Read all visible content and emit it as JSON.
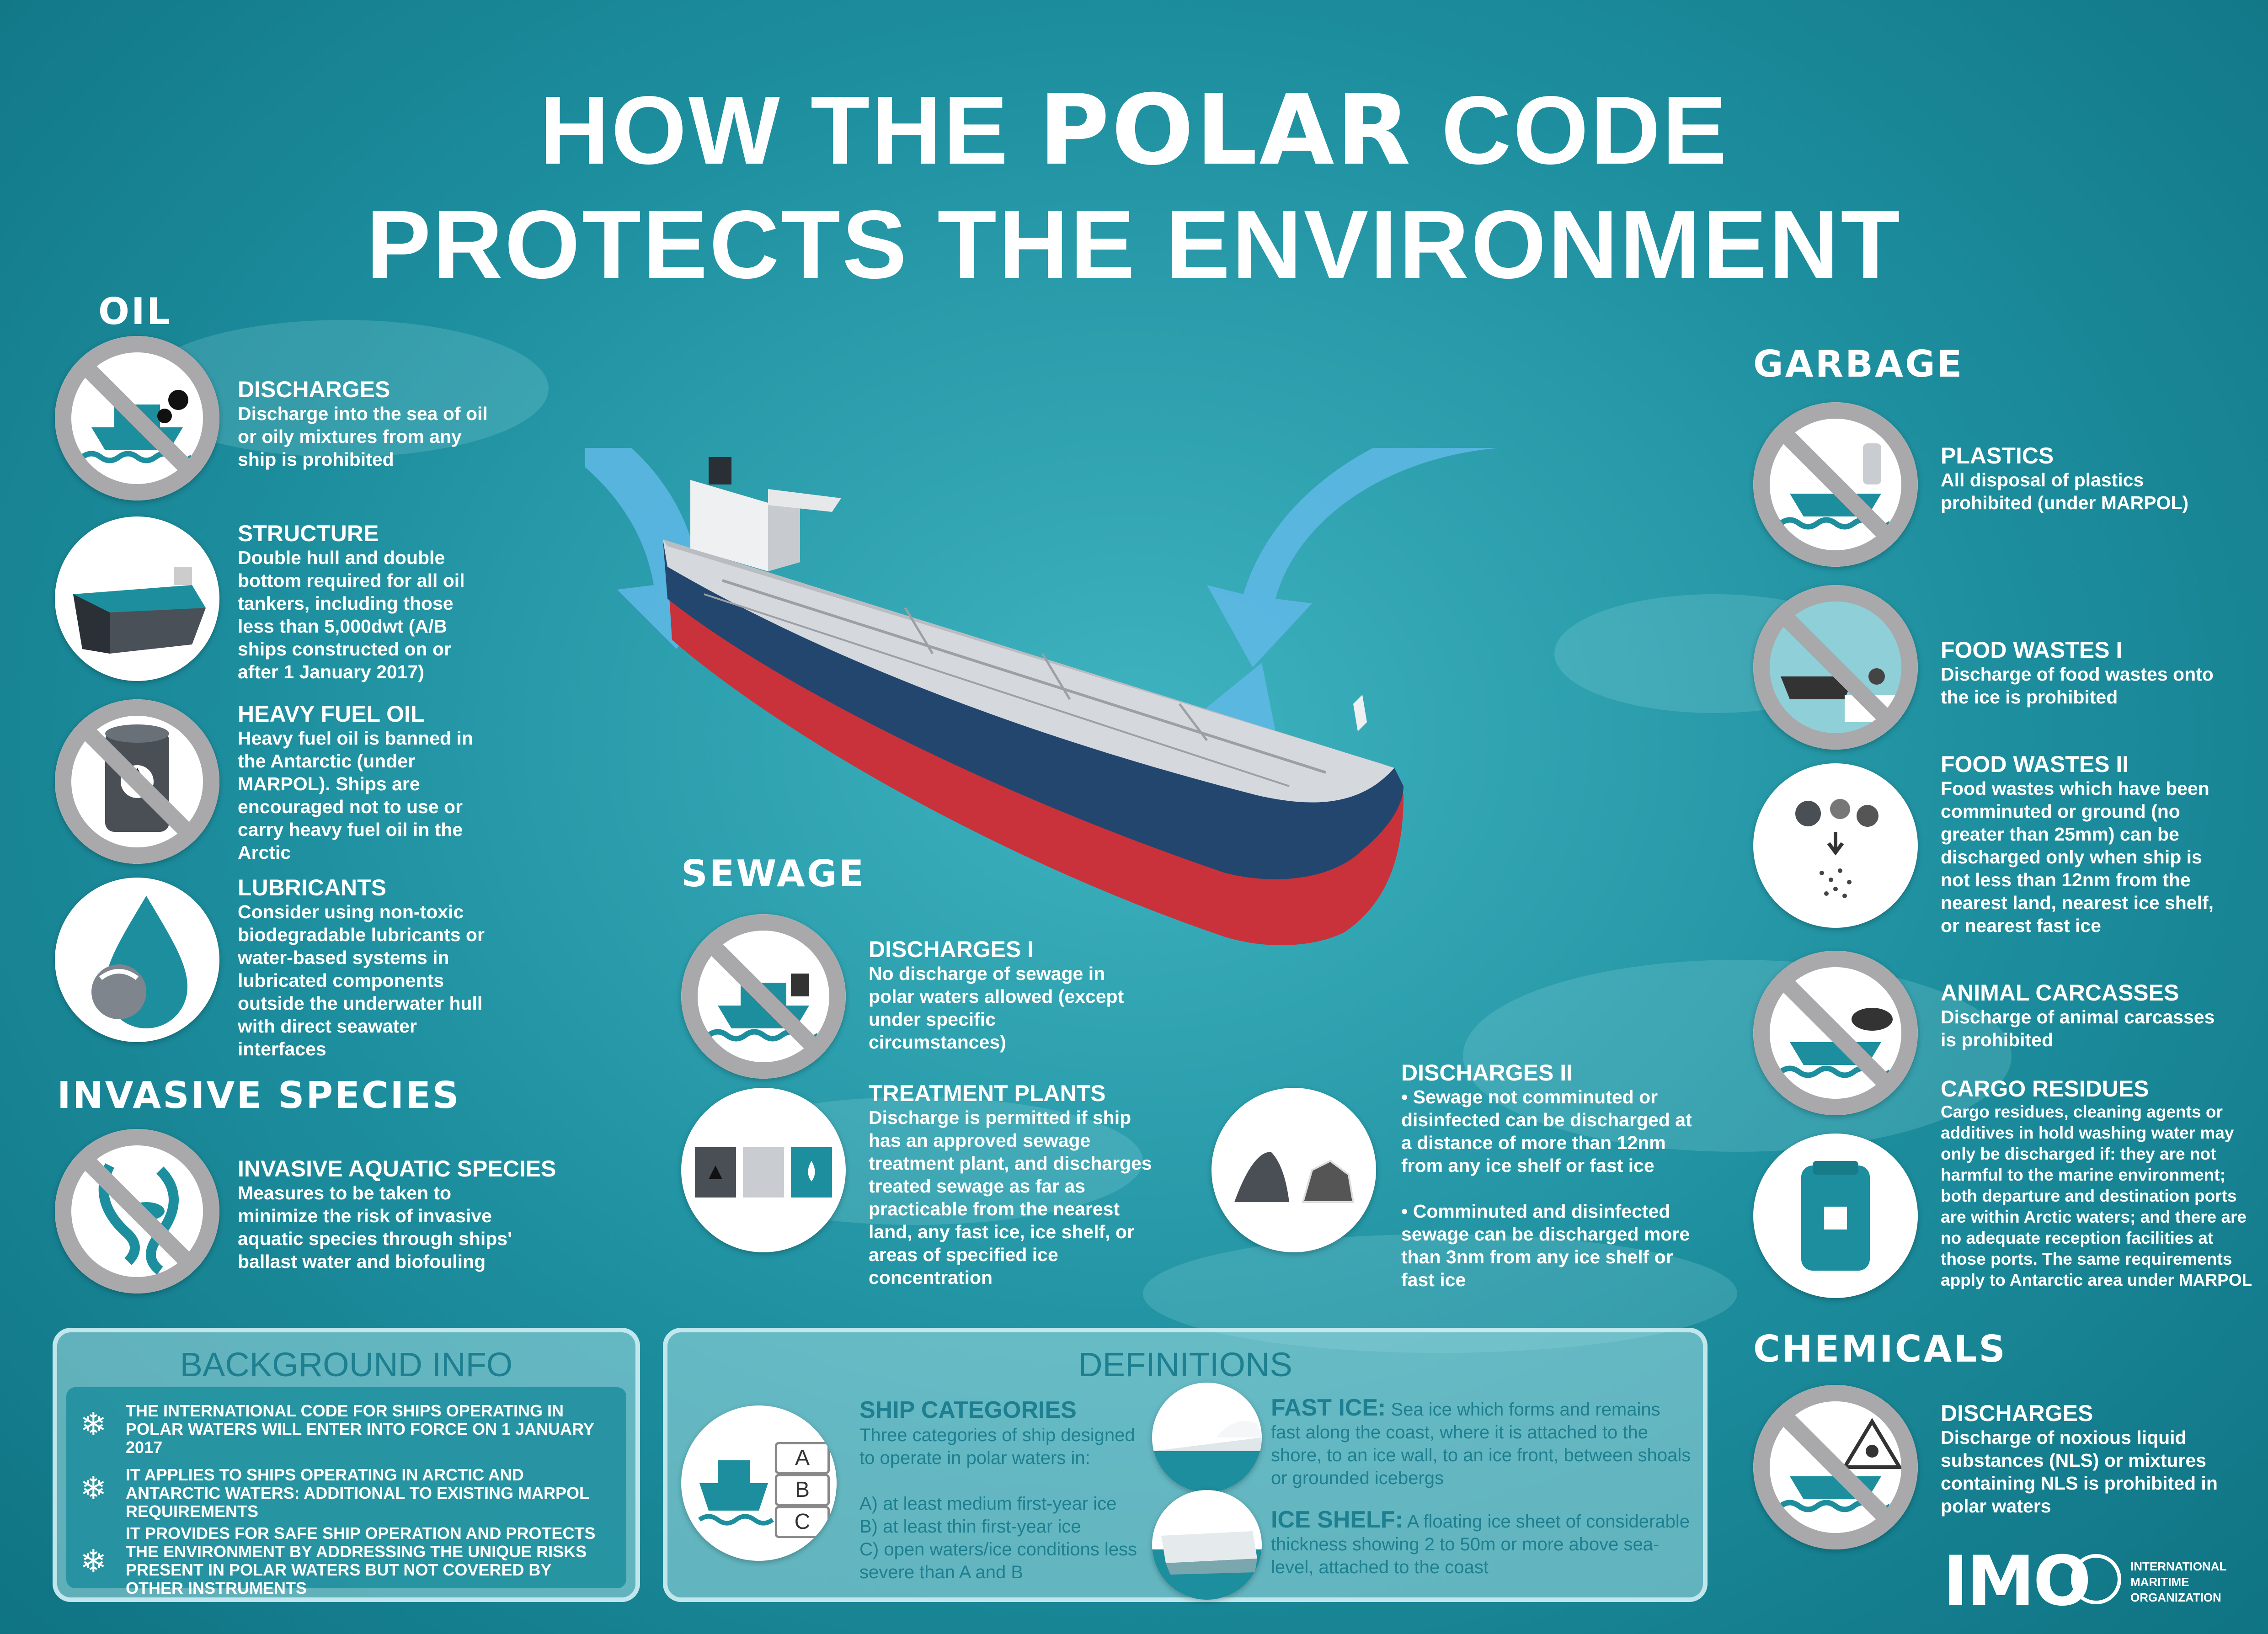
{
  "title": {
    "line1_pre": "HOW THE ",
    "line1_bold": "POLAR",
    "line1_post": " CODE",
    "line2": "PROTECTS THE ENVIRONMENT"
  },
  "oil": {
    "heading": "OIL",
    "items": [
      {
        "title": "DISCHARGES",
        "text": "Discharge into the sea of oil or oily mixtures from any ship is prohibited"
      },
      {
        "title": "STRUCTURE",
        "text": "Double hull and double bottom required for all oil tankers, including those less than 5,000dwt (A/B ships constructed on or after 1 January 2017)"
      },
      {
        "title": "HEAVY FUEL OIL",
        "text": "Heavy fuel oil is banned in the Antarctic (under MARPOL). Ships are encouraged not to use or carry heavy fuel oil in the Arctic"
      },
      {
        "title": "LUBRICANTS",
        "text": "Consider using non-toxic biodegradable lubricants or water-based systems in lubricated components outside the underwater hull with direct seawater interfaces"
      }
    ]
  },
  "invasive": {
    "heading": "INVASIVE SPECIES",
    "item": {
      "title": "INVASIVE AQUATIC SPECIES",
      "text": "Measures to be taken to minimize the risk of invasive aquatic species through ships' ballast water and biofouling"
    }
  },
  "sewage": {
    "heading": "SEWAGE",
    "items": [
      {
        "title": "DISCHARGES I",
        "text": "No discharge of sewage in polar waters allowed (except under specific circumstances)"
      },
      {
        "title": "TREATMENT PLANTS",
        "text": "Discharge is permitted if ship has an approved sewage treatment plant, and discharges treated sewage as far as practicable from the nearest land, any fast ice, ice shelf, or areas of specified ice concentration"
      },
      {
        "title": "DISCHARGES II",
        "bullet1": "• Sewage not comminuted or disinfected can be discharged at a distance of more than 12nm from any ice shelf or fast ice",
        "bullet2": "• Comminuted and disinfected sewage can be discharged more than 3nm from any ice shelf or fast ice"
      }
    ]
  },
  "garbage": {
    "heading": "GARBAGE",
    "items": [
      {
        "title": "PLASTICS",
        "text": "All disposal of plastics prohibited (under MARPOL)"
      },
      {
        "title": "FOOD WASTES I",
        "text": "Discharge of food wastes onto the ice is prohibited"
      },
      {
        "title": "FOOD WASTES II",
        "text": "Food wastes which have been comminuted or ground (no greater than 25mm) can be discharged only when ship is not less than 12nm from the nearest land, nearest ice shelf, or nearest fast ice"
      },
      {
        "title": "ANIMAL CARCASSES",
        "text": "Discharge of animal carcasses is prohibited"
      },
      {
        "title": "CARGO RESIDUES",
        "text": "Cargo residues, cleaning agents or additives in hold washing water may only be discharged if: they are not harmful to the marine environment; both departure and destination ports are within Arctic waters; and there are no adequate reception facilities at those ports. The same requirements apply to Antarctic area under MARPOL"
      }
    ]
  },
  "chemicals": {
    "heading": "CHEMICALS",
    "item": {
      "title": "DISCHARGES",
      "text": "Discharge of noxious liquid substances (NLS) or mixtures containing NLS is prohibited in polar waters"
    }
  },
  "background": {
    "title": "BACKGROUND INFO",
    "items": [
      "THE INTERNATIONAL CODE FOR SHIPS OPERATING IN POLAR WATERS WILL ENTER INTO FORCE ON 1 JANUARY 2017",
      "IT APPLIES TO SHIPS OPERATING IN ARCTIC AND ANTARCTIC WATERS: ADDITIONAL TO EXISTING MARPOL REQUIREMENTS",
      "IT PROVIDES FOR SAFE SHIP OPERATION AND PROTECTS THE ENVIRONMENT BY ADDRESSING THE UNIQUE RISKS PRESENT IN POLAR WATERS BUT NOT COVERED BY OTHER INSTRUMENTS"
    ]
  },
  "definitions": {
    "title": "DEFINITIONS",
    "ship_categories": {
      "title": "SHIP CATEGORIES",
      "intro": "Three categories of ship designed to operate in polar waters in:",
      "a": "A) at least medium first-year ice",
      "b": "B) at least thin first-year ice",
      "c": "C) open waters/ice conditions less severe than A and B",
      "labels": [
        "A",
        "B",
        "C"
      ]
    },
    "fast_ice": {
      "term": "FAST ICE:",
      "text": "Sea ice which forms and remains fast along the coast, where it is attached to the shore, to an ice wall, to an ice front, between shoals or grounded icebergs"
    },
    "ice_shelf": {
      "term": "ICE SHELF:",
      "text": "A floating ice sheet of considerable thickness showing 2 to 50m or more above sea-level, attached to the coast"
    }
  },
  "logo": {
    "mark": "IMO",
    "line1": "INTERNATIONAL",
    "line2": "MARITIME",
    "line3": "ORGANIZATION"
  },
  "colors": {
    "teal": "#1d8e9e",
    "panel_title": "#1d7f90",
    "ban_grey": "#a9a9ab",
    "hull_red": "#c9323a",
    "hull_blue": "#23466f"
  }
}
